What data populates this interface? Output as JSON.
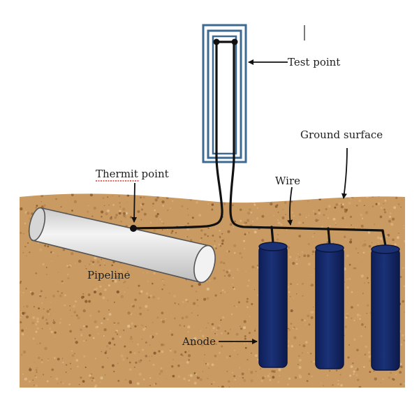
{
  "labels": {
    "test_point": "Test point",
    "ground_surface": "Ground surface",
    "thermit_word": "Thermit",
    "thermit_rest": " point",
    "wire": "Wire",
    "pipeline": "Pipeline",
    "anode": "Anode"
  },
  "anode_count": 3,
  "colors": {
    "soil": "#c99a62",
    "soil_dark": "#9c6d3c",
    "soil_light": "#e0bb86",
    "test_box_stroke": "#3d6a93",
    "anode": "#14286a",
    "anode_stroke": "#0a1540",
    "pipe": "#e3e3e3",
    "pipe_stroke": "#555555",
    "wire": "#111111",
    "spellcheck_underline": "#d9342b"
  }
}
